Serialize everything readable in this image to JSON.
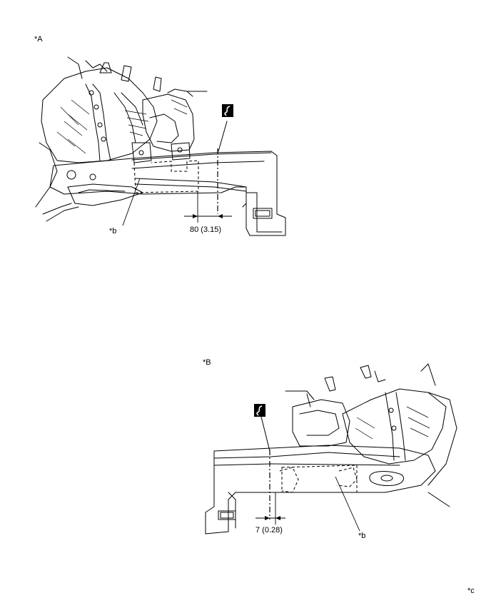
{
  "view_a": {
    "label": "*A",
    "callout": "*b",
    "dimension": "80 (3.15)"
  },
  "view_b": {
    "label": "*B",
    "callout": "*b",
    "dimension": "7 (0.28)"
  },
  "corner_label": "*c",
  "icons": {
    "cut_symbol": "sectioning-cut-icon"
  }
}
